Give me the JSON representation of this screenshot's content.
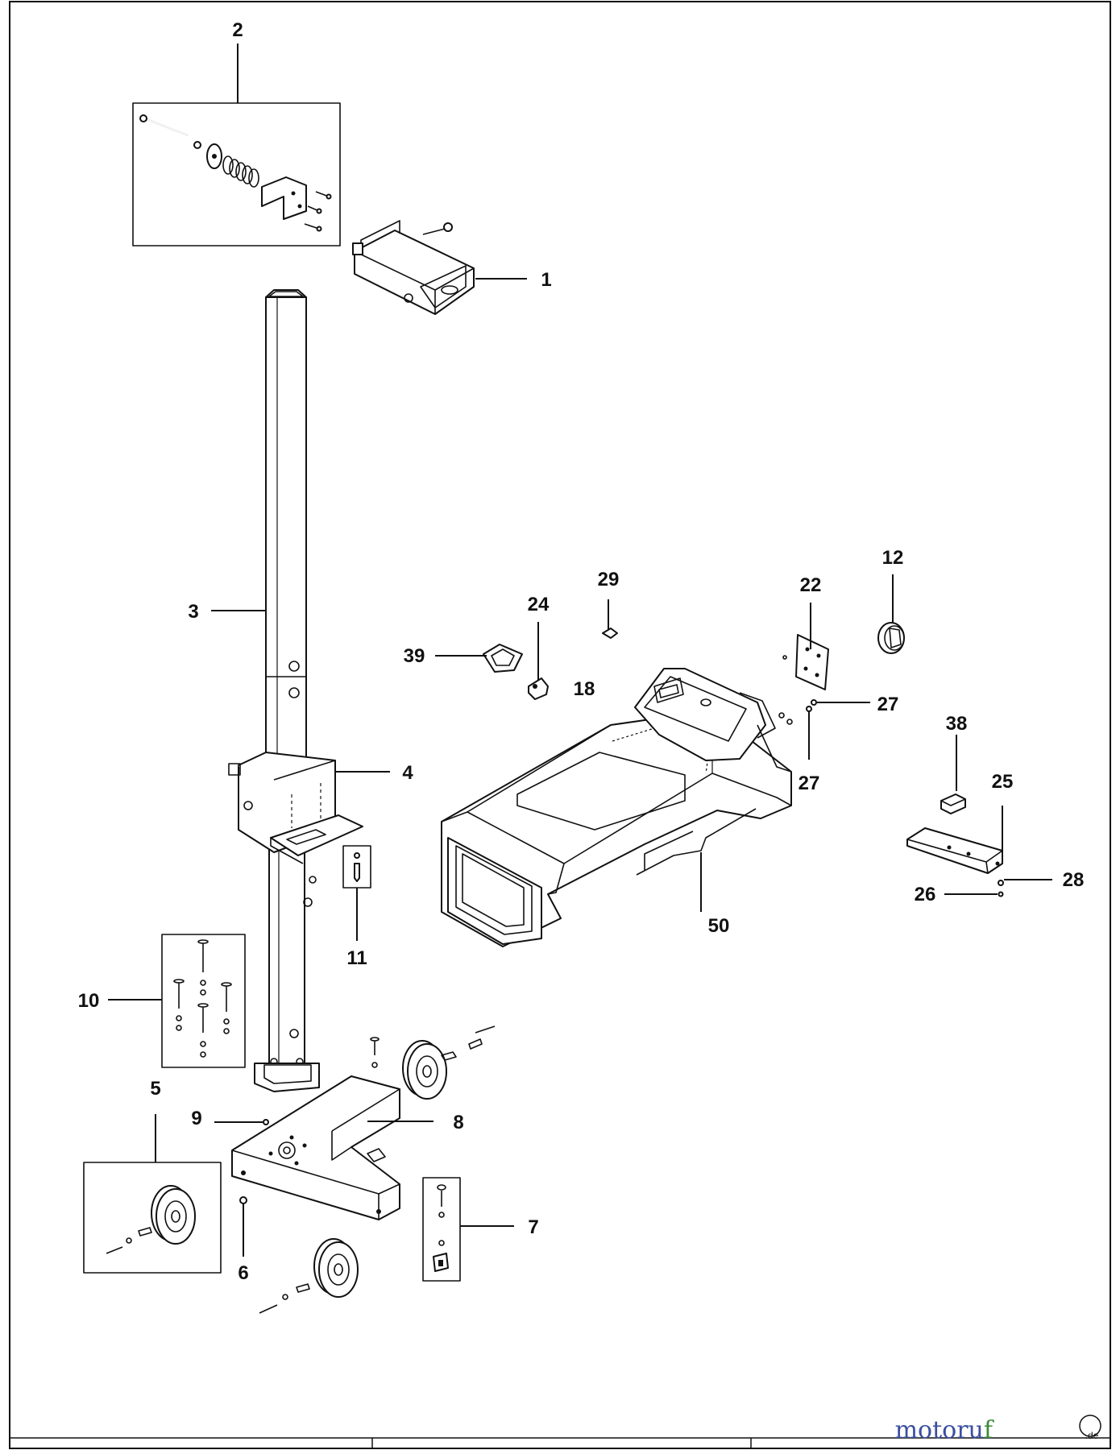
{
  "diagram": {
    "type": "exploded-parts-view",
    "labels": [
      {
        "id": "1",
        "text": "1"
      },
      {
        "id": "2",
        "text": "2"
      },
      {
        "id": "3",
        "text": "3"
      },
      {
        "id": "4",
        "text": "4"
      },
      {
        "id": "5",
        "text": "5"
      },
      {
        "id": "6",
        "text": "6"
      },
      {
        "id": "7",
        "text": "7"
      },
      {
        "id": "8",
        "text": "8"
      },
      {
        "id": "9",
        "text": "9"
      },
      {
        "id": "10",
        "text": "10"
      },
      {
        "id": "11",
        "text": "11"
      },
      {
        "id": "12",
        "text": "12"
      },
      {
        "id": "18",
        "text": "18"
      },
      {
        "id": "22",
        "text": "22"
      },
      {
        "id": "24",
        "text": "24"
      },
      {
        "id": "25",
        "text": "25"
      },
      {
        "id": "26",
        "text": "26"
      },
      {
        "id": "27a",
        "text": "27"
      },
      {
        "id": "27b",
        "text": "27"
      },
      {
        "id": "28",
        "text": "28"
      },
      {
        "id": "29",
        "text": "29"
      },
      {
        "id": "38",
        "text": "38"
      },
      {
        "id": "39",
        "text": "39"
      },
      {
        "id": "50",
        "text": "50"
      }
    ]
  },
  "watermark": {
    "brand_part1": "motoru",
    "brand_part2": "f",
    "suffix": ".de",
    "colors": {
      "blue": "#3a4fa0",
      "green": "#3a8a3a",
      "black": "#111111"
    }
  }
}
